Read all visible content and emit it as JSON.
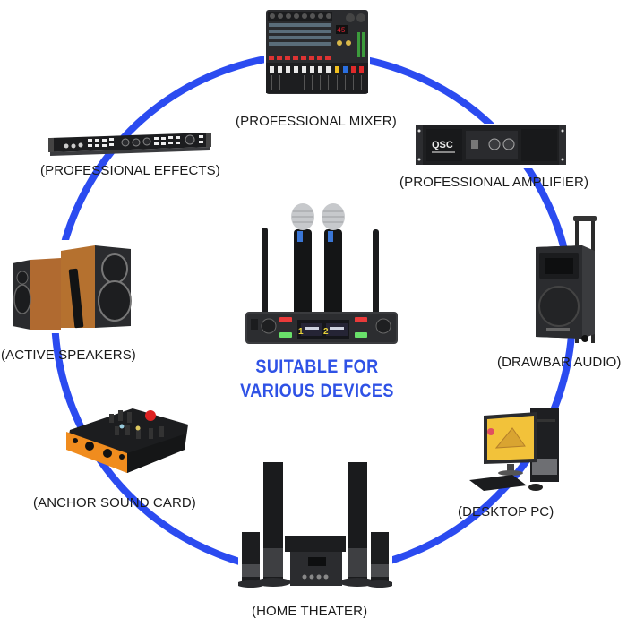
{
  "theme": {
    "ring_color": "#2b4bf0",
    "headline_color": "#2f52e6",
    "label_color": "#1a1a1a"
  },
  "center": {
    "product": "wireless-microphone-system",
    "receiver_channels": [
      "1",
      "2"
    ],
    "headline_line1": "SUITABLE FOR",
    "headline_line2": "VARIOUS DEVICES"
  },
  "devices": [
    {
      "id": "professional-mixer",
      "label": "(PROFESSIONAL MIXER)",
      "icon": "mixer-console-icon"
    },
    {
      "id": "professional-amplifier",
      "label": "(PROFESSIONAL AMPLIFIER)",
      "icon": "power-amplifier-icon",
      "brand": "QSC"
    },
    {
      "id": "drawbar-audio",
      "label": "(DRAWBAR AUDIO)",
      "icon": "trolley-speaker-icon"
    },
    {
      "id": "desktop-pc",
      "label": "(DESKTOP PC)",
      "icon": "desktop-computer-icon"
    },
    {
      "id": "home-theater",
      "label": "(HOME THEATER)",
      "icon": "home-theater-icon"
    },
    {
      "id": "anchor-sound-card",
      "label": "(ANCHOR SOUND CARD)",
      "icon": "sound-card-icon"
    },
    {
      "id": "active-speakers",
      "label": "(ACTIVE SPEAKERS)",
      "icon": "bookshelf-speakers-icon"
    },
    {
      "id": "professional-effects",
      "label": "(PROFESSIONAL EFFECTS)",
      "icon": "effects-processor-icon"
    }
  ]
}
